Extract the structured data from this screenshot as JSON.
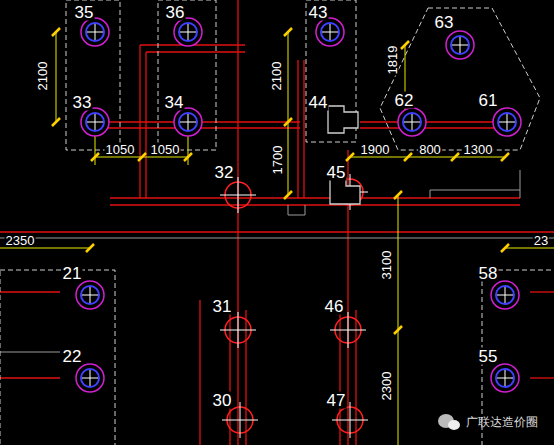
{
  "diagram": {
    "labels": [
      "35",
      "36",
      "43",
      "63",
      "2100",
      "2100",
      "1819",
      "33",
      "34",
      "44",
      "62",
      "61",
      "1050",
      "1050",
      "1700",
      "1900",
      "800",
      "1300",
      "32",
      "45",
      "2350",
      "23",
      "3100",
      "21",
      "58",
      "31",
      "46",
      "22",
      "55",
      "2300",
      "30",
      "47",
      "广联达造价圈"
    ]
  }
}
